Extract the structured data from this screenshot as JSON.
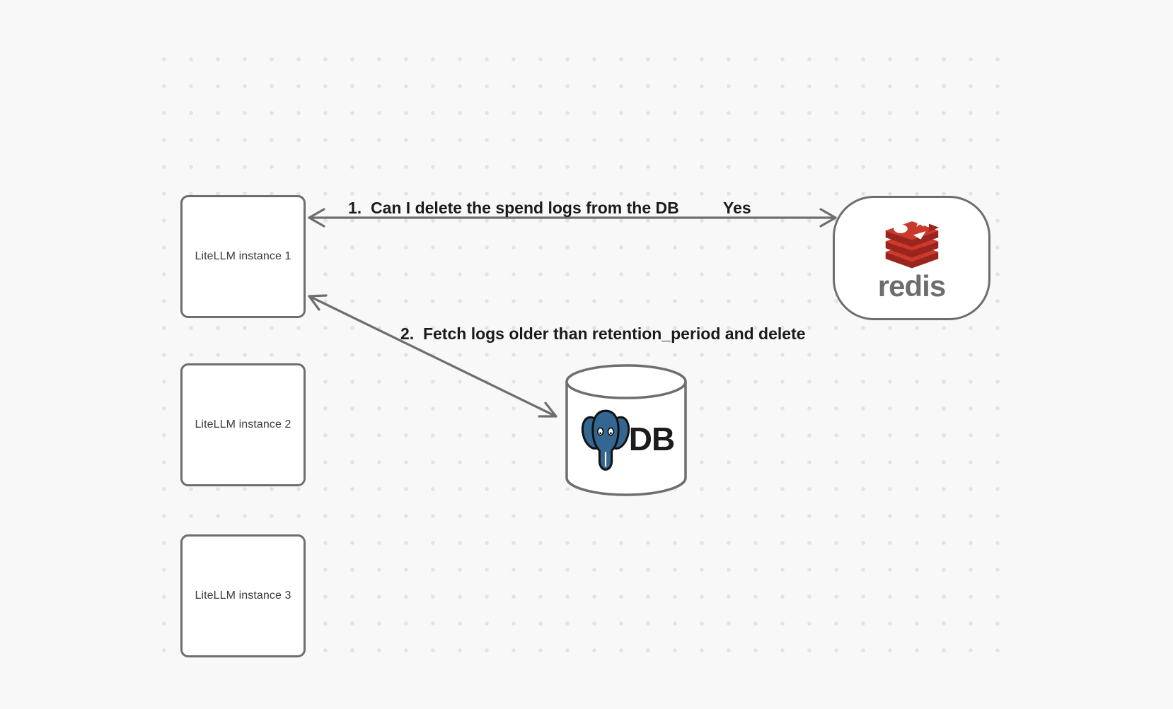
{
  "nodes": {
    "instance1": {
      "label": "LiteLLM instance 1"
    },
    "instance2": {
      "label": "LiteLLM instance 2"
    },
    "instance3": {
      "label": "LiteLLM instance 3"
    },
    "redis": {
      "wordmark": "redis",
      "icon": "redis-stack-icon"
    },
    "db": {
      "label": "DB",
      "icon": "postgresql-elephant-icon"
    }
  },
  "edges": {
    "redis_question": {
      "label": "1.  Can I delete the spend logs from the DB",
      "response": "Yes"
    },
    "db_fetch": {
      "label": "2.  Fetch logs older than retention_period and delete"
    }
  },
  "colors": {
    "background": "#f8f8f8",
    "grid_dot": "#e3e3e3",
    "stroke": "#6e6e6e",
    "edge_label_text": "#1b1b1b",
    "box_label_text": "#3a3a3a",
    "redis_red": "#cb392b",
    "redis_dark_red": "#9b241c",
    "redis_wordmark_gray": "#6d6d6d",
    "postgres_blue": "#336791",
    "db_text": "#1c1c1c"
  }
}
